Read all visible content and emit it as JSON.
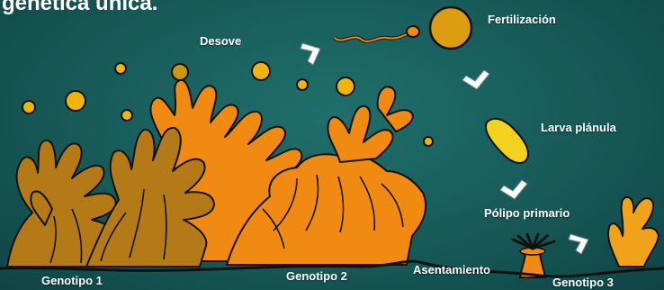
{
  "title_fragment": "genética única.",
  "labels": {
    "spawning": "Desove",
    "fertilization": "Fertilización",
    "larva": "Larva plánula",
    "primary_polyp": "Pólipo primario",
    "settlement": "Asentamiento",
    "genotype_1": "Genotipo 1",
    "genotype_2": "Genotipo 2",
    "genotype_3": "Genotipo 3"
  },
  "colors": {
    "background": "#175a58",
    "coral_brown": "#b57a18",
    "coral_orange": "#f18a12",
    "egg_yellow": "#f0b40e",
    "larva_yellow": "#f3d21f",
    "arrow_fill": "#ffffff",
    "outline": "#111111"
  },
  "icons": [
    "sperm-icon",
    "egg-icon",
    "larva-icon",
    "polyp-icon",
    "arrow-chevron-icon"
  ]
}
